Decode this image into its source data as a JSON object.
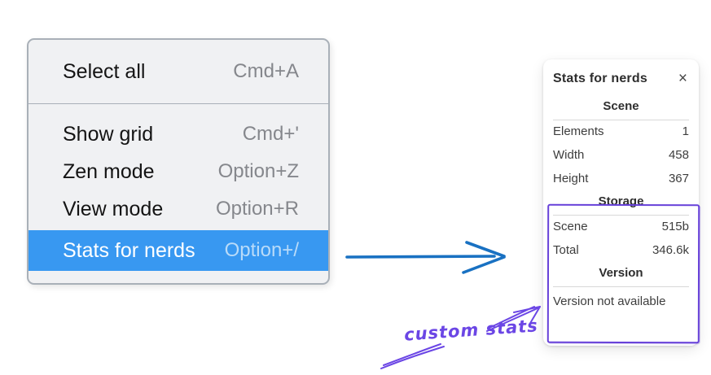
{
  "colors": {
    "highlight": "#3898f1",
    "arrow_blue": "#1971c2",
    "violet": "#6741d9",
    "violet_text": "#6b46e5"
  },
  "context_menu": {
    "items": [
      {
        "label": "Select all",
        "shortcut": "Cmd+A",
        "selected": false
      },
      {
        "label": "Show grid",
        "shortcut": "Cmd+'",
        "selected": false
      },
      {
        "label": "Zen mode",
        "shortcut": "Option+Z",
        "selected": false
      },
      {
        "label": "View mode",
        "shortcut": "Option+R",
        "selected": false
      },
      {
        "label": "Stats for nerds",
        "shortcut": "Option+/",
        "selected": true
      }
    ]
  },
  "stats_panel": {
    "title": "Stats for nerds",
    "close_icon": "×",
    "sections": [
      {
        "header": "Scene",
        "rows": [
          {
            "label": "Elements",
            "value": "1"
          },
          {
            "label": "Width",
            "value": "458"
          },
          {
            "label": "Height",
            "value": "367"
          }
        ]
      },
      {
        "header": "Storage",
        "rows": [
          {
            "label": "Scene",
            "value": "515b"
          },
          {
            "label": "Total",
            "value": "346.6k"
          }
        ]
      },
      {
        "header": "Version",
        "rows": [],
        "note": "Version not available"
      }
    ]
  },
  "annotation": {
    "label": "custom stats"
  }
}
